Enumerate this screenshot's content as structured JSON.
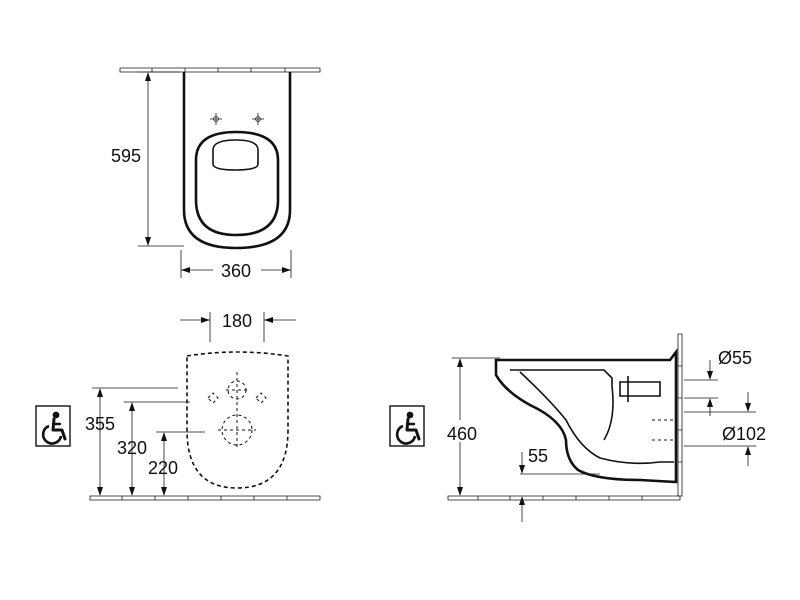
{
  "top_view": {
    "depth_label": "595",
    "width_label": "360"
  },
  "front_view": {
    "fixing_spacing_label": "180",
    "height_355_label": "355",
    "height_320_label": "320",
    "height_220_label": "220",
    "accessibility_icon": "wheelchair-icon"
  },
  "side_view": {
    "seat_height_label": "460",
    "inlet_diameter_label": "Ø55",
    "outlet_diameter_label": "Ø102",
    "offset_label": "55",
    "accessibility_icon": "wheelchair-icon"
  }
}
